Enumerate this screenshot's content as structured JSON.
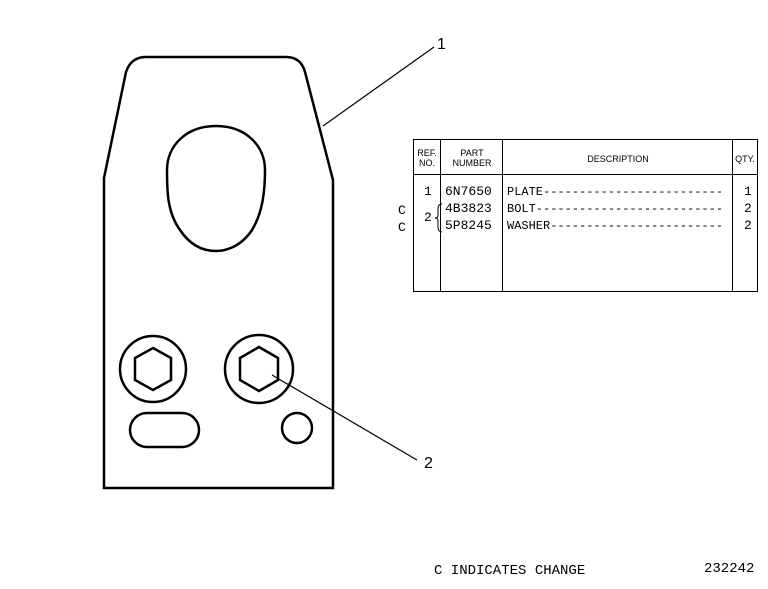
{
  "callouts": [
    "1",
    "2"
  ],
  "table": {
    "headers": {
      "ref": "REF. NO.",
      "part": "PART NUMBER",
      "desc": "DESCRIPTION",
      "qty": "QTY."
    },
    "rows": [
      {
        "change": "",
        "ref": "1",
        "part": "6N7650",
        "desc": "PLATE-------------------------",
        "qty": "1"
      },
      {
        "change": "C",
        "ref": "2",
        "part": "4B3823",
        "desc": "BOLT--------------------------",
        "qty": "2"
      },
      {
        "change": "C",
        "ref": "",
        "part": "5P8245",
        "desc": "WASHER------------------------",
        "qty": "2"
      }
    ]
  },
  "footer": {
    "note": "C INDICATES CHANGE",
    "drawing_number": "232242"
  }
}
